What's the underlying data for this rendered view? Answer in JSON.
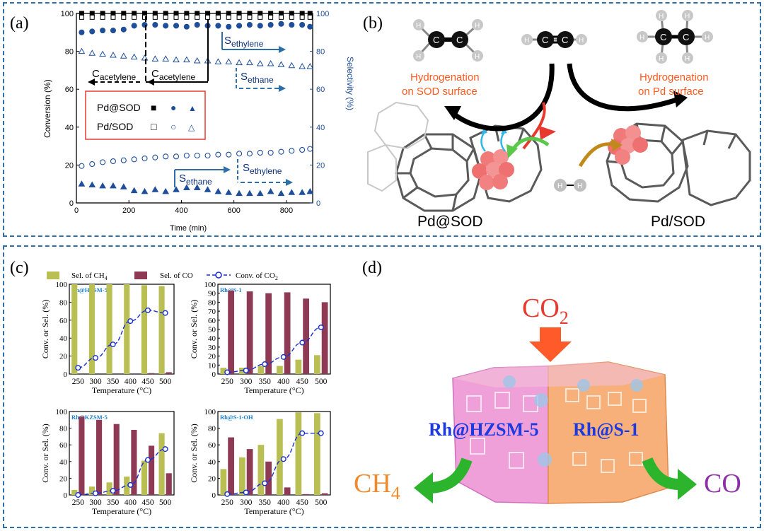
{
  "panels": {
    "a": {
      "label": "(a)",
      "x_axis_label": "Time (min)",
      "y_left_label": "Conversion (%)",
      "y_right_label": "Selectivity (%)",
      "annotations": {
        "c_acetylene_left_main": "C",
        "c_acetylene_left_sub": "acetylene",
        "c_acetylene_right_main": "C",
        "c_acetylene_right_sub": "acetylene",
        "s_ethylene_top_main": "S",
        "s_ethylene_top_sub": "ethylene",
        "s_ethane_top_main": "S",
        "s_ethane_top_sub": "ethane",
        "s_ethane_bottom_main": "S",
        "s_ethane_bottom_sub": "ethane",
        "s_ethylene_bottom_main": "S",
        "s_ethylene_bottom_sub": "ethylene"
      },
      "legend": {
        "row1": "Pd@SOD",
        "row2": "Pd/SOD",
        "marker_square_filled": "■",
        "marker_circle_filled": "●",
        "marker_triangle_filled": "▲",
        "marker_square_open": "□",
        "marker_circle_open": "○",
        "marker_triangle_open": "△"
      }
    },
    "b": {
      "label": "(b)",
      "left_caption": "Pd@SOD",
      "right_caption": "Pd/SOD",
      "left_note_line1": "Hydrogenation",
      "left_note_line2": "on SOD surface",
      "right_note_line1": "Hydrogenation",
      "right_note_line2": "on Pd surface",
      "atom_c": "C",
      "atom_h": "H"
    },
    "c": {
      "label": "(c)",
      "legend_sel_ch4_main": "Sel. of CH",
      "legend_sel_ch4_sub": "4",
      "legend_sel_co": "Sel. of CO",
      "legend_conv_co2_main": "Conv. of CO",
      "legend_conv_co2_sub": "2",
      "x_label": "Temperature (°C)",
      "y_label": "Conv. or Sel. (%)"
    },
    "d": {
      "label": "(d)",
      "co2_main": "CO",
      "co2_sub": "2",
      "ch4_main": "CH",
      "ch4_sub": "4",
      "co_label": "CO",
      "left_catalyst": "Rh@HZSM-5",
      "right_catalyst": "Rh@S-1"
    }
  },
  "colors": {
    "frame": "#2e6fa8",
    "navy_marker": "#1f4e9a",
    "black": "#000000",
    "ch4_bar": "#b9bf52",
    "co_bar": "#8e3a55",
    "conv_line": "#1a2fd0",
    "co2_red": "#e8392f",
    "ch4_orange": "#f08a2c",
    "co_purple": "#8e2fa8",
    "green_arrow": "#2cb52c",
    "catalyst_blue": "#1c3ae0",
    "hydrogenation_orange": "#ff5a1f"
  },
  "chart_data": [
    {
      "type": "scatter",
      "title": "",
      "xlabel": "Time (min)",
      "ylabel": "Conversion (%)",
      "y2label": "Selectivity (%)",
      "xlim": [
        0,
        900
      ],
      "ylim": [
        0,
        100
      ],
      "y2lim": [
        0,
        100
      ],
      "x_ticks": [
        0,
        200,
        400,
        600,
        800
      ],
      "y_ticks": [
        0,
        20,
        40,
        60,
        80,
        100
      ],
      "y2_ticks": [
        0,
        20,
        40,
        60,
        80,
        100
      ],
      "series": [
        {
          "name": "Pd@SOD conversion",
          "marker": "square-filled",
          "axis": "left",
          "x": [
            20,
            60,
            100,
            140,
            180,
            220,
            260,
            300,
            340,
            380,
            420,
            460,
            500,
            540,
            580,
            620,
            660,
            700,
            740,
            780,
            820,
            860,
            890
          ],
          "y": [
            100,
            100,
            100,
            100,
            100,
            100,
            100,
            100,
            100,
            100,
            100,
            100,
            100,
            100,
            100,
            100,
            100,
            100,
            100,
            100,
            100,
            100,
            100
          ]
        },
        {
          "name": "Pd/SOD conversion",
          "marker": "square-open",
          "axis": "left",
          "x": [
            20,
            60,
            100,
            140,
            180,
            220,
            260,
            300,
            340,
            380,
            420,
            460,
            500,
            540,
            580,
            620,
            660,
            700,
            740,
            780,
            820,
            860,
            890
          ],
          "y": [
            98,
            98,
            98,
            98,
            98,
            98,
            98,
            98,
            98,
            98,
            98,
            98,
            98,
            98,
            98,
            98,
            98,
            98,
            98,
            98,
            98,
            98,
            98
          ]
        },
        {
          "name": "Pd@SOD ethylene selectivity",
          "marker": "circle-filled",
          "axis": "right",
          "x": [
            20,
            60,
            100,
            140,
            180,
            220,
            260,
            300,
            340,
            380,
            420,
            460,
            500,
            540,
            580,
            620,
            660,
            700,
            740,
            780,
            820,
            860,
            890
          ],
          "y": [
            90,
            90.5,
            91,
            91,
            91.5,
            93.5,
            94,
            94,
            93.5,
            93.5,
            93,
            94,
            93.5,
            93.5,
            93,
            93.5,
            94,
            93.5,
            94,
            94.5,
            94,
            94,
            93
          ]
        },
        {
          "name": "Pd/SOD ethane selectivity",
          "marker": "triangle-open",
          "axis": "right",
          "x": [
            20,
            60,
            100,
            140,
            180,
            220,
            260,
            300,
            340,
            380,
            420,
            460,
            500,
            540,
            580,
            620,
            660,
            700,
            740,
            780,
            820,
            860,
            890
          ],
          "y": [
            80,
            79,
            78.5,
            78,
            77.5,
            77,
            76.5,
            76,
            76,
            75.5,
            75.5,
            75,
            75,
            74.5,
            74.5,
            74,
            74,
            73.5,
            73.5,
            73,
            72.5,
            72,
            72
          ]
        },
        {
          "name": "Pd/SOD ethylene selectivity",
          "marker": "circle-open",
          "axis": "right",
          "x": [
            20,
            60,
            100,
            140,
            180,
            220,
            260,
            300,
            340,
            380,
            420,
            460,
            500,
            540,
            580,
            620,
            660,
            700,
            740,
            780,
            820,
            860,
            890
          ],
          "y": [
            19.5,
            20.5,
            21.5,
            22,
            22.5,
            23,
            23.5,
            24,
            24.5,
            24.5,
            25,
            25,
            25,
            25.5,
            25.5,
            26,
            26,
            26.5,
            26.5,
            27,
            27.5,
            28,
            28.5
          ]
        },
        {
          "name": "Pd@SOD ethane selectivity",
          "marker": "triangle-filled",
          "axis": "right",
          "x": [
            20,
            60,
            100,
            140,
            180,
            220,
            260,
            300,
            340,
            380,
            420,
            460,
            500,
            540,
            580,
            620,
            660,
            700,
            740,
            780,
            820,
            860,
            890
          ],
          "y": [
            10,
            9.5,
            9,
            9,
            8.5,
            6.5,
            6,
            7,
            6,
            7,
            8,
            8,
            7,
            6,
            5.5,
            5,
            5,
            5,
            6,
            5,
            5.5,
            5.5,
            6
          ]
        }
      ]
    },
    {
      "type": "bar",
      "title": "Rh@HZSM-5",
      "categories": [
        "250",
        "300",
        "350",
        "400",
        "450",
        "500"
      ],
      "xlabel": "Temperature (°C)",
      "ylabel": "Conv. or Sel. (%)",
      "ylim": [
        0,
        100
      ],
      "y_ticks": [
        0,
        20,
        40,
        60,
        80,
        100
      ],
      "series": [
        {
          "name": "Sel. of CH4",
          "values": [
            100,
            100,
            100,
            100,
            99,
            98
          ]
        },
        {
          "name": "Sel. of CO",
          "values": [
            0,
            0,
            0,
            0,
            1,
            2
          ]
        },
        {
          "name": "Conv. of CO2",
          "values": [
            7,
            18,
            33,
            59,
            71,
            68
          ]
        }
      ]
    },
    {
      "type": "bar",
      "title": "Rh@S-1",
      "categories": [
        "250",
        "300",
        "350",
        "400",
        "450",
        "500"
      ],
      "xlabel": "Temperature (°C)",
      "ylabel": "Conv. or Sel. (%)",
      "ylim": [
        0,
        100
      ],
      "y_ticks": [
        0,
        10,
        20,
        30,
        40,
        50,
        60,
        70,
        80,
        90,
        100
      ],
      "series": [
        {
          "name": "Sel. of CH4",
          "values": [
            7,
            7,
            9,
            9,
            16,
            21
          ]
        },
        {
          "name": "Sel. of CO",
          "values": [
            93,
            92,
            90,
            91,
            84,
            80
          ]
        },
        {
          "name": "Conv. of CO2",
          "values": [
            2,
            4,
            11,
            19,
            35,
            52
          ]
        }
      ]
    },
    {
      "type": "bar",
      "title": "Rh@KZSM-5",
      "categories": [
        "250",
        "300",
        "350",
        "400",
        "450",
        "500"
      ],
      "xlabel": "Temperature (°C)",
      "ylabel": "Conv. or Sel. (%)",
      "ylim": [
        0,
        100
      ],
      "y_ticks": [
        0,
        20,
        40,
        60,
        80,
        100
      ],
      "series": [
        {
          "name": "Sel. of CH4",
          "values": [
            6,
            10,
            15,
            22,
            41,
            74
          ]
        },
        {
          "name": "Sel. of CO",
          "values": [
            94,
            90,
            85,
            78,
            59,
            26
          ]
        },
        {
          "name": "Conv. of CO2",
          "values": [
            0,
            2,
            5,
            12,
            42,
            55
          ]
        }
      ]
    },
    {
      "type": "bar",
      "title": "Rh@S-1-OH",
      "categories": [
        "250",
        "300",
        "350",
        "400",
        "450",
        "500"
      ],
      "xlabel": "Temperature (°C)",
      "ylabel": "Conv. or Sel. (%)",
      "ylim": [
        0,
        100
      ],
      "y_ticks": [
        0,
        20,
        40,
        60,
        80,
        100
      ],
      "series": [
        {
          "name": "Sel. of CH4",
          "values": [
            31,
            45,
            60,
            91,
            99,
            98
          ]
        },
        {
          "name": "Sel. of CO",
          "values": [
            69,
            55,
            40,
            9,
            1,
            2
          ]
        },
        {
          "name": "Conv. of CO2",
          "values": [
            1,
            3,
            14,
            43,
            74,
            74
          ]
        }
      ]
    }
  ]
}
